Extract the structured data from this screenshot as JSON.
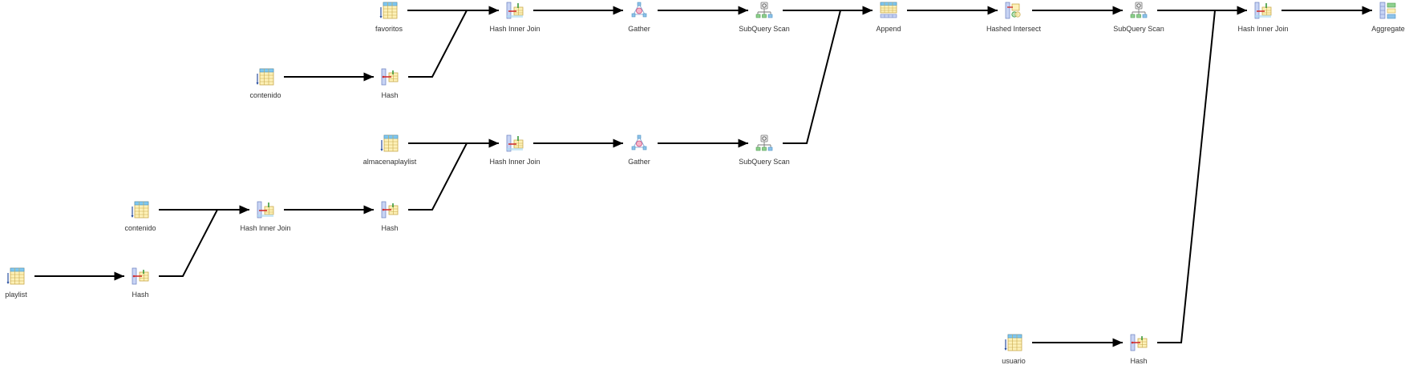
{
  "nodes": {
    "favoritos": {
      "label": "favoritos",
      "icon": "seq-scan-icon"
    },
    "hash_inner_join_1": {
      "label": "Hash Inner Join",
      "icon": "hash-join-icon"
    },
    "gather_1": {
      "label": "Gather",
      "icon": "gather-icon"
    },
    "subquery_scan_1": {
      "label": "SubQuery Scan",
      "icon": "subquery-scan-icon"
    },
    "append": {
      "label": "Append",
      "icon": "append-icon"
    },
    "hashed_intersect": {
      "label": "Hashed Intersect",
      "icon": "hashed-intersect-icon"
    },
    "subquery_scan_3": {
      "label": "SubQuery Scan",
      "icon": "subquery-scan-icon"
    },
    "hash_inner_join_4": {
      "label": "Hash Inner Join",
      "icon": "hash-join-icon"
    },
    "aggregate": {
      "label": "Aggregate",
      "icon": "aggregate-icon"
    },
    "contenido_1": {
      "label": "contenido",
      "icon": "seq-scan-icon"
    },
    "hash_1": {
      "label": "Hash",
      "icon": "hash-icon"
    },
    "almacenaplaylist": {
      "label": "almacenaplaylist",
      "icon": "seq-scan-icon"
    },
    "hash_inner_join_2": {
      "label": "Hash Inner Join",
      "icon": "hash-join-icon"
    },
    "gather_2": {
      "label": "Gather",
      "icon": "gather-icon"
    },
    "subquery_scan_2": {
      "label": "SubQuery Scan",
      "icon": "subquery-scan-icon"
    },
    "contenido_2": {
      "label": "contenido",
      "icon": "seq-scan-icon"
    },
    "hash_inner_join_3": {
      "label": "Hash Inner Join",
      "icon": "hash-join-icon"
    },
    "hash_2": {
      "label": "Hash",
      "icon": "hash-icon"
    },
    "playlist": {
      "label": "playlist",
      "icon": "seq-scan-icon"
    },
    "hash_3": {
      "label": "Hash",
      "icon": "hash-icon"
    },
    "usuario": {
      "label": "usuario",
      "icon": "seq-scan-icon"
    },
    "hash_4": {
      "label": "Hash",
      "icon": "hash-icon"
    }
  },
  "edges": [
    {
      "from": "favoritos",
      "to": "hash_inner_join_1"
    },
    {
      "from": "contenido_1",
      "to": "hash_1"
    },
    {
      "from": "hash_1",
      "to": "hash_inner_join_1"
    },
    {
      "from": "hash_inner_join_1",
      "to": "gather_1"
    },
    {
      "from": "gather_1",
      "to": "subquery_scan_1"
    },
    {
      "from": "subquery_scan_1",
      "to": "append"
    },
    {
      "from": "almacenaplaylist",
      "to": "hash_inner_join_2"
    },
    {
      "from": "contenido_2",
      "to": "hash_inner_join_3"
    },
    {
      "from": "playlist",
      "to": "hash_3"
    },
    {
      "from": "hash_3",
      "to": "hash_inner_join_3"
    },
    {
      "from": "hash_inner_join_3",
      "to": "hash_2"
    },
    {
      "from": "hash_2",
      "to": "hash_inner_join_2"
    },
    {
      "from": "hash_inner_join_2",
      "to": "gather_2"
    },
    {
      "from": "gather_2",
      "to": "subquery_scan_2"
    },
    {
      "from": "subquery_scan_2",
      "to": "append"
    },
    {
      "from": "append",
      "to": "hashed_intersect"
    },
    {
      "from": "hashed_intersect",
      "to": "subquery_scan_3"
    },
    {
      "from": "subquery_scan_3",
      "to": "hash_inner_join_4"
    },
    {
      "from": "usuario",
      "to": "hash_4"
    },
    {
      "from": "hash_4",
      "to": "hash_inner_join_4"
    },
    {
      "from": "hash_inner_join_4",
      "to": "aggregate"
    }
  ]
}
